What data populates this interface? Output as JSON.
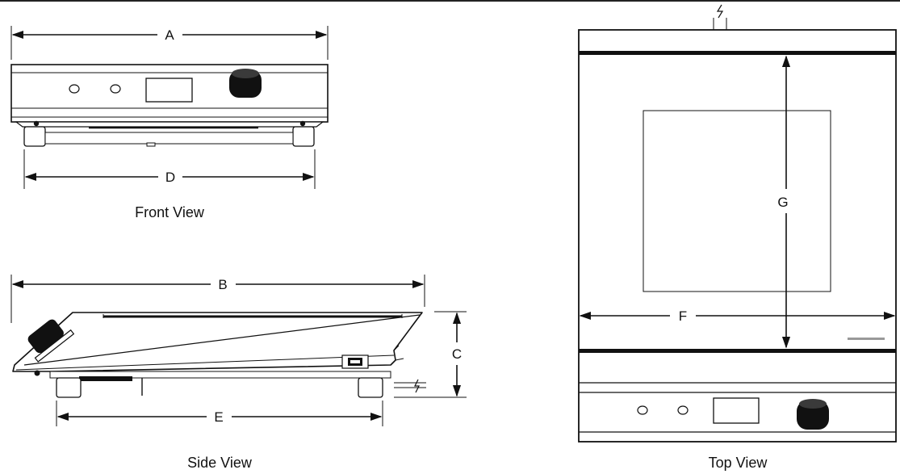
{
  "colors": {
    "line": "#111111",
    "body_fill": "#ffffff",
    "knob": "#111111",
    "top_band": "#111111"
  },
  "icons": {
    "power_cord": "lightning-bolt-icon"
  },
  "front_view": {
    "caption": "Front View",
    "dim_width": "A",
    "dim_feet": "D"
  },
  "side_view": {
    "caption": "Side View",
    "dim_length": "B",
    "dim_height": "C",
    "dim_feet": "E"
  },
  "top_view": {
    "caption": "Top View",
    "dim_width": "F",
    "dim_depth": "G"
  }
}
